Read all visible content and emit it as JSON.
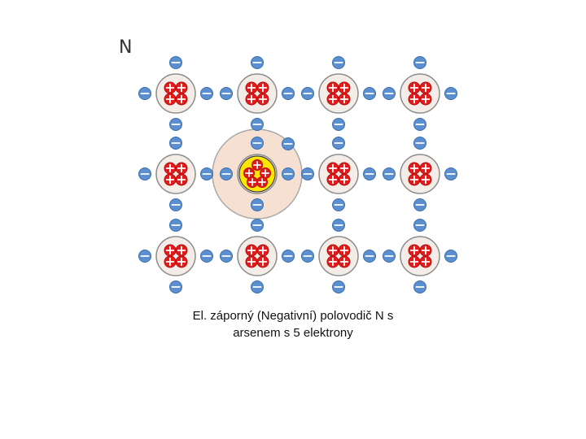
{
  "diagram": {
    "type_label": "N",
    "caption_line1": "El. záporný (Negativní)  polovodič N s",
    "caption_line2": "arsenem s 5 elektrony"
  },
  "lattice": {
    "rows": 3,
    "cols": 4,
    "dopant_atom": {
      "row": 1,
      "col": 1,
      "protons": 5,
      "element": "arsenic"
    },
    "host_atom_protons": 4,
    "electron_symbol": "−",
    "proton_symbol": "+"
  },
  "colors": {
    "electron": "#5b8fcf",
    "electron_stroke": "#3a6fae",
    "proton": "#e41b1b",
    "atom_shell": "#f3ece7",
    "atom_shell_stroke": "#8c8c8c",
    "dopant_core": "#ffe600",
    "dopant_halo": "#f6e0d2"
  }
}
